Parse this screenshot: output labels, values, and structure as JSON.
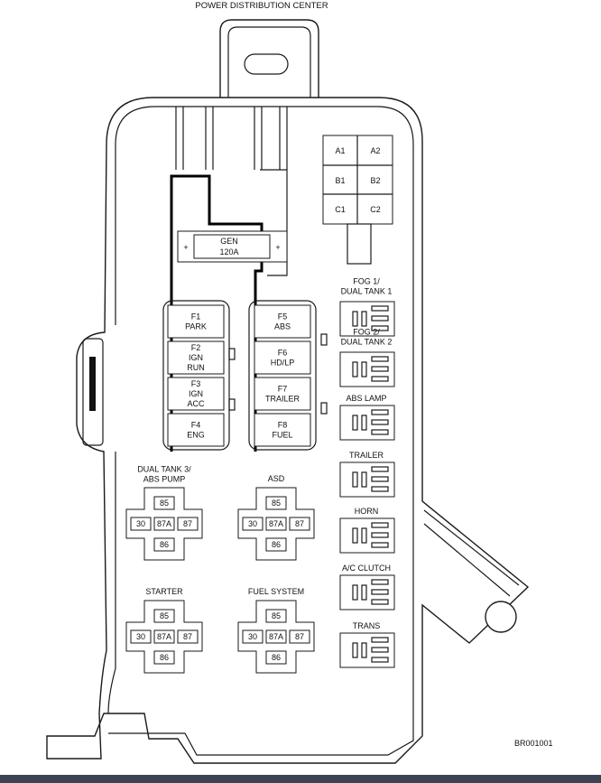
{
  "title": "POWER DISTRIBUTION CENTER",
  "ref_code": "BR001001",
  "gen_fuse": {
    "line1": "GEN",
    "line2": "120A",
    "plus": "+"
  },
  "grid_labels": [
    "A1",
    "A2",
    "B1",
    "B2",
    "C1",
    "C2"
  ],
  "fuses_left": [
    {
      "lines": [
        "F1",
        "PARK"
      ]
    },
    {
      "lines": [
        "F2",
        "IGN",
        "RUN"
      ]
    },
    {
      "lines": [
        "F3",
        "IGN",
        "ACC"
      ]
    },
    {
      "lines": [
        "F4",
        "ENG"
      ]
    }
  ],
  "fuses_right": [
    {
      "lines": [
        "F5",
        "ABS"
      ]
    },
    {
      "lines": [
        "F6",
        "HD/LP"
      ]
    },
    {
      "lines": [
        "F7",
        "TRAILER"
      ]
    },
    {
      "lines": [
        "F8",
        "FUEL"
      ]
    }
  ],
  "side_relays": [
    {
      "lines": [
        "FOG 1/",
        "DUAL TANK 1"
      ]
    },
    {
      "lines": [
        "FOG 2/",
        "DUAL TANK 2"
      ]
    },
    {
      "lines": [
        "ABS LAMP"
      ]
    },
    {
      "lines": [
        "TRAILER"
      ]
    },
    {
      "lines": [
        "HORN"
      ]
    },
    {
      "lines": [
        "A/C CLUTCH"
      ]
    },
    {
      "lines": [
        "TRANS"
      ]
    }
  ],
  "relays": [
    {
      "lines": [
        "DUAL TANK 3/",
        "ABS PUMP"
      ]
    },
    {
      "lines": [
        "ASD"
      ]
    },
    {
      "lines": [
        "STARTER"
      ]
    },
    {
      "lines": [
        "FUEL SYSTEM"
      ]
    }
  ],
  "pins": {
    "top": "85",
    "left": "30",
    "center": "87A",
    "right": "87",
    "bottom": "86"
  }
}
